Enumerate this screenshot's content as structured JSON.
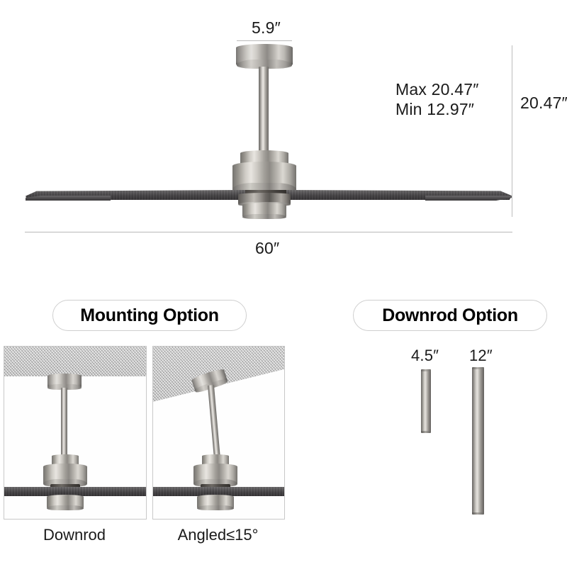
{
  "product": {
    "type": "ceiling-fan-dimension-diagram",
    "finish": "brushed nickel",
    "blade_finish": "weathered gray wood"
  },
  "main_diagram": {
    "canopy_width_label": "5.9″",
    "height_range_max_label": "Max 20.47″",
    "height_range_min_label": "Min 12.97″",
    "overall_height_label": "20.47″",
    "blade_span_label": "60″"
  },
  "mounting_section": {
    "heading": "Mounting Option",
    "options": [
      {
        "caption": "Downrod"
      },
      {
        "caption": "Angled≤15°"
      }
    ]
  },
  "downrod_section": {
    "heading": "Downrod Option",
    "rods": [
      {
        "label": "4.5″"
      },
      {
        "label": "12″"
      }
    ]
  },
  "colors": {
    "background": "#ffffff",
    "rule": "#b9b9b9",
    "text": "#1a1a1a",
    "pill_border": "#cfcfcf",
    "panel_border": "#c8c8c8",
    "ceiling": "#c6c6c6",
    "blade": "#4a484a",
    "metal_highlight": "#e8e5e0",
    "metal_shadow": "#6b6966"
  }
}
